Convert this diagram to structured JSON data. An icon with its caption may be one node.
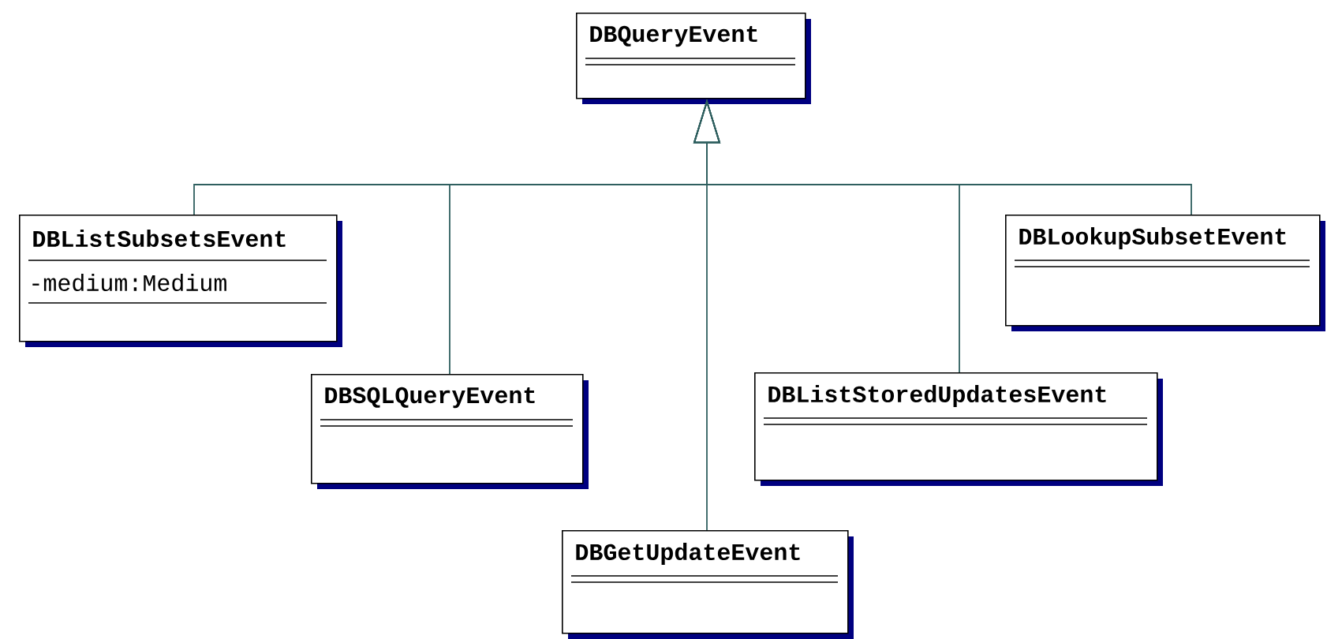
{
  "diagram": {
    "nodes": [
      {
        "text": [
          "DBQueryEvent"
        ]
      },
      {
        "text": [
          "DBListSubsetsEvent",
          "-medium:Medium"
        ]
      },
      {
        "text": [
          "DBSQLQueryEvent"
        ]
      },
      {
        "text": [
          "DBGetUpdateEvent"
        ]
      },
      {
        "text": [
          "DBListStoredUpdatesEvent"
        ]
      },
      {
        "text": [
          "DBLookupSubsetEvent"
        ]
      }
    ],
    "edges": [
      {
        "from": 1,
        "to": 0,
        "arrow": "to"
      },
      {
        "from": 2,
        "to": 0,
        "arrow": "to"
      },
      {
        "from": 3,
        "to": 0,
        "arrow": "to"
      },
      {
        "from": 4,
        "to": 0,
        "arrow": "to"
      },
      {
        "from": 5,
        "to": 0,
        "arrow": "to"
      }
    ]
  }
}
